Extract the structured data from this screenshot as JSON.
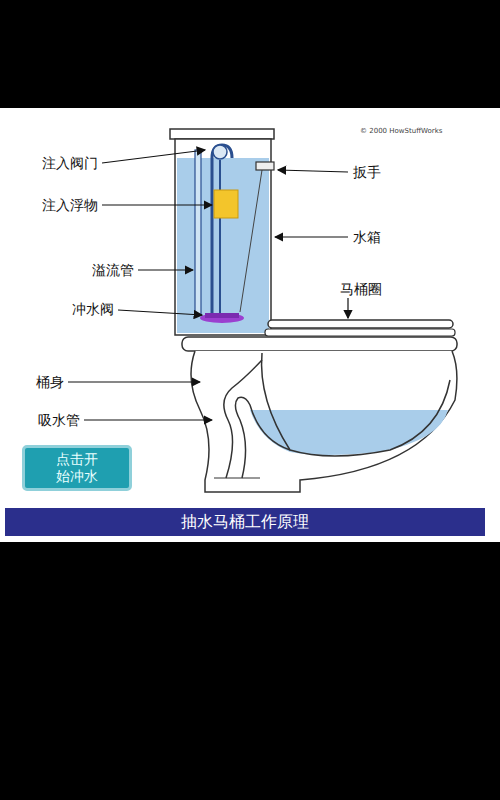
{
  "diagram": {
    "title": "抽水马桶工作原理",
    "nodes": [
      {
        "text": [
          "点击开 始冲水"
        ]
      }
    ],
    "labels": [
      "© 2000 HowStuffWorks",
      "注入阀门",
      "扳手",
      "注入浮物",
      "水箱",
      "溢流管",
      "马桶圈",
      "冲水阀",
      "桶身",
      "吸水管"
    ]
  }
}
